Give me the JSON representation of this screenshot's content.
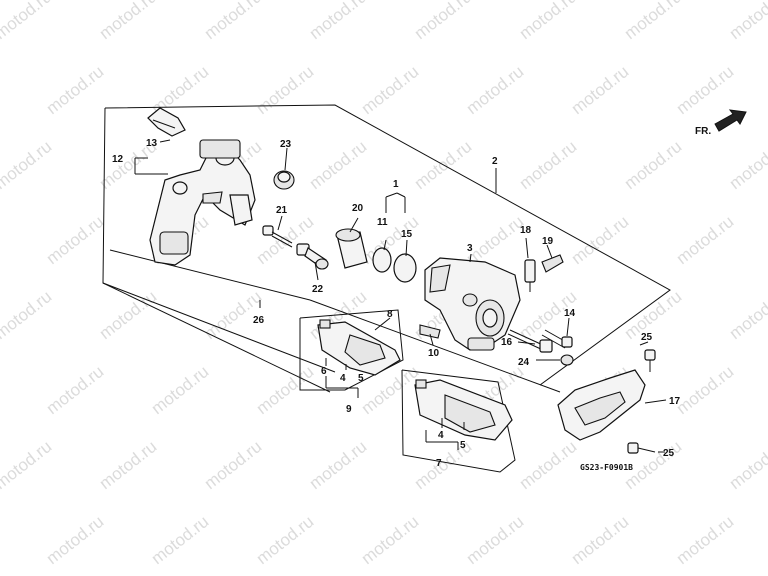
{
  "watermark": "motod.ru",
  "direction_label": "FR.",
  "diagram_code": "GS23-F0901B",
  "callouts": {
    "c1": "1",
    "c2": "2",
    "c3": "3",
    "c4a": "4",
    "c4b": "4",
    "c5a": "5",
    "c5b": "5",
    "c6": "6",
    "c7": "7",
    "c8": "8",
    "c9": "9",
    "c10": "10",
    "c11": "11",
    "c12": "12",
    "c13": "13",
    "c14": "14",
    "c15": "15",
    "c16": "16",
    "c17": "17",
    "c18": "18",
    "c19": "19",
    "c20": "20",
    "c21": "21",
    "c22": "22",
    "c23": "23",
    "c24": "24",
    "c25a": "25",
    "c25b": "25",
    "c26": "26"
  }
}
